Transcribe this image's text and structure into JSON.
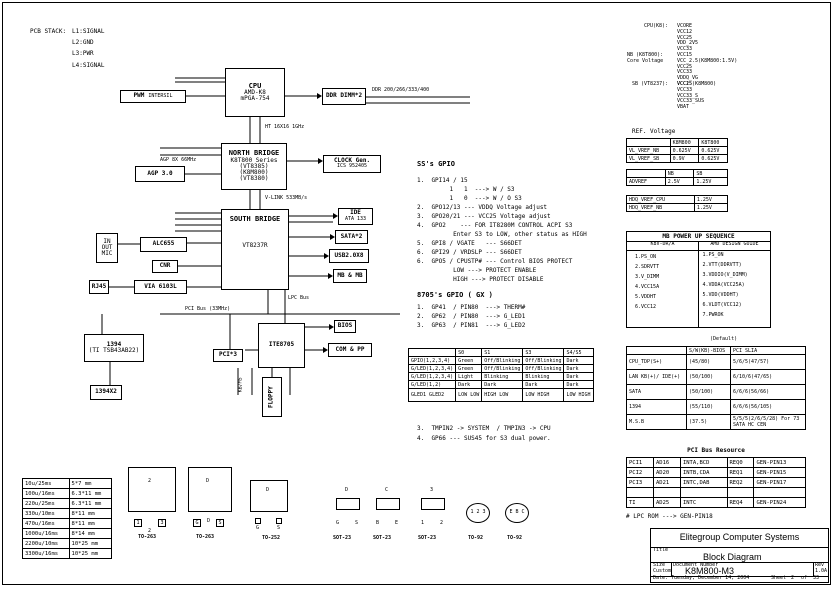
{
  "pcb_stack": {
    "label": "PCB STACK:",
    "layers": [
      "L1:SIGNAL",
      "L2:GND",
      "L3:PWR",
      "L4:SIGNAL"
    ]
  },
  "blocks": {
    "cpu": {
      "title": "CPU",
      "line1": "AMD-K8",
      "line2": "mPGA-754"
    },
    "pwm": {
      "title": "PWM",
      "sub": "INTERSIL"
    },
    "ddr": {
      "title": "DDR DIMM*2"
    },
    "nb": {
      "title": "NORTH BRIDGE",
      "line1": "K8T800 Series",
      "line2": "(VT8385)",
      "line3": "(K8M800)",
      "line4": "(VT8380)"
    },
    "clock": {
      "title": "CLOCK Gen.",
      "sub": "ICS 952405"
    },
    "agp": {
      "title": "AGP 3.0"
    },
    "sb": {
      "title": "SOUTH BRIDGE",
      "sub": "VT8237R"
    },
    "ide": {
      "title": "IDE",
      "sub": "ATA 133"
    },
    "sata": {
      "title": "SATA*2"
    },
    "usb": {
      "title": "USB2.0X8"
    },
    "mbmb": {
      "title": "MB & MB"
    },
    "alc": {
      "title": "ALC655"
    },
    "audio": {
      "l1": "IN",
      "l2": "OUT",
      "l3": "MIC"
    },
    "cnr": {
      "title": "CNR"
    },
    "rj45": {
      "title": "RJ45"
    },
    "via": {
      "title": "VIA 6103L"
    },
    "b1394": {
      "title": "1394",
      "sub": "(TI TSB43AB22)"
    },
    "b1394x2": {
      "title": "1394X2"
    },
    "pci": {
      "title": "PCI*3"
    },
    "ite": {
      "title": "ITE8705"
    },
    "bios": {
      "title": "BIOS"
    },
    "com": {
      "title": "COM & PP"
    },
    "floppy": {
      "title": "FLOPPY"
    },
    "kbms": {
      "title": "KB/MS"
    }
  },
  "labels": {
    "lpc_bus": "LPC Bus",
    "pci_bus": "PCI Bus (33MHz)",
    "ht": "HT 16X16 1GHz",
    "ddr_bus": "DDR 200/266/333/400",
    "agp_bus": "AGP 8X 66MHz",
    "vlink": "V-LINK 533MB/s"
  },
  "ss_gpio": {
    "title": "SS's GPIO",
    "lines": [
      "1.  GPI14 / 15",
      "         1   1  ---> W / S3",
      "         1   0  ---> W / O S3",
      "2.  GPO12/13 --- VDDQ Voltage adjust",
      "3.  GPO20/21 --- VCC25 Voltage adjust",
      "4.  GPO2    --- FOR IT8280M CONTROL ACPI S3",
      "          Enter S3 to LOW, other status as HIGH",
      "5.  GPI8 / VGATE   --- S66DET",
      "6.  GPI29 / VRDSLP --- S66DET",
      "6.  GPO5 / CPUSTP# --- Control BIOS PROTECT",
      "          LOW ---> PROTECT ENABLE",
      "          HIGH ---> PROTECT DISABLE"
    ]
  },
  "ite_gpio": {
    "title": "8705's GPIO ( GX )",
    "lines": [
      "1.  GP41  / PIN80  ---> THERM#",
      "2.  GP62  / PIN80  ---> G_LED1",
      "3.  GP63  / PIN81  ---> G_LED2"
    ]
  },
  "gpio_table": {
    "header": [
      "",
      "S0",
      "S1",
      "S3",
      "S4/S5"
    ],
    "rows": [
      [
        "GPIO(1,2,3,4)",
        "Green",
        "Off/Blinking",
        "Off/Blinking",
        "Dark"
      ],
      [
        "G/LED(1,2,3,4)",
        "Green",
        "Off/Blinking",
        "Off/Blinking",
        "Dark"
      ],
      [
        "G/LED(1,2,3,4)",
        "Light",
        "Blinking",
        "Blinking",
        "Dark"
      ],
      [
        "G/LED(1,2)",
        "Dark",
        "Dark",
        "Dark",
        "Dark"
      ],
      [
        "GLED1 GLED2",
        "LOW LOW",
        "HIGH LOW",
        "LOW HIGH",
        "LOW HIGH"
      ]
    ]
  },
  "notes": {
    "l1": "3.  TMPIN2 -> SYSTEM  / TMPIN3 -> CPU",
    "l2": "4.  GP66 --- SUS45 for S3 dual power."
  },
  "cpu_volt": {
    "label": "CPU(K8):",
    "items": [
      "VCORE",
      "VCC12",
      "VCC25",
      "VDD_2V5",
      "VCC33"
    ]
  },
  "nb_volt": {
    "label1": "NB (K8T800):",
    "label2": "Core Voltage",
    "items": [
      "VCC15",
      "VCC_2.5(K8M800:1.5V)",
      "VCC25",
      "VCC33",
      "VDDQ_VG",
      "VCC15(K8M800)"
    ]
  },
  "sb_volt": {
    "label": "SB (VT8237):",
    "items": [
      "VCC25",
      "VCC33",
      "VCC33_S",
      "VCC33_SUS",
      "VBAT"
    ]
  },
  "ref_voltage": {
    "title": "REF. Voltage",
    "header": [
      "",
      "K8M800",
      "K8T800"
    ],
    "rows": [
      [
        "VL_VREF_NB",
        "0.625V",
        "0.625V"
      ],
      [
        "VL_VREF_SB",
        "0.9V",
        "0.625V"
      ]
    ]
  },
  "advref": {
    "header": [
      "",
      "NB",
      "SB"
    ],
    "rows": [
      [
        "ADVREF",
        "2.5V",
        "1.25V"
      ]
    ]
  },
  "hdq_table": {
    "rows": [
      [
        "HDQ_VREF_CPU",
        "1.25V"
      ],
      [
        "HDQ_VREF_NB",
        "1.25V"
      ]
    ]
  },
  "power_seq": {
    "title": "MB POWER UP SEQUENCE",
    "header": [
      "K8V-DR/A",
      "AMD DESIGN GUIDE"
    ],
    "col1": [
      "1.PS_ON",
      "2.SDRVTT",
      "3.V_DIMM",
      "4.VCC15A",
      "5.VDDHT",
      "6.VCC12"
    ],
    "col2": [
      "1.PS_ON",
      "2.VTT(DDRVTT)",
      "3.VDDIO(V_DIMM)",
      "4.VDDA(VCC25A)",
      "5.VDD(VDDHT)",
      "6.VLDT(VCC12)",
      "7.PWROK"
    ]
  },
  "pci_table": {
    "note": "(Default)",
    "header": [
      "",
      "S/W(KB)-BIOS",
      "PCI SLIA"
    ],
    "rows": [
      [
        "CPU_TDP(S+)",
        "(45/80)",
        "5/6/5(47/57)"
      ],
      [
        "LAN KB(+)/ IDE(+)",
        "(50/100)",
        "6/10/6(47/65)"
      ],
      [
        "SATA",
        "(50/100)",
        "6/6/6(56/66)"
      ],
      [
        "1394",
        "(55/110)",
        "6/6/6(56/105)"
      ],
      [
        "M.S.B",
        "(37.5)",
        "5/5/5(2/6/5/28)  For 73 SATA HC CEN"
      ]
    ]
  },
  "pci_bus_table": {
    "title": "PCI Bus Resource",
    "rows": [
      [
        "PCI1",
        "AD16",
        "INTA,BCD",
        "REQ0",
        "GEN-PIN13"
      ],
      [
        "PCI2",
        "AD20",
        "INTB,CDA",
        "REQ1",
        "GEN-PIN15"
      ],
      [
        "PCI3",
        "AD21",
        "INTC,DAB",
        "REQ2",
        "GEN-PIN17"
      ],
      [
        "",
        "",
        "",
        "",
        ""
      ],
      [
        "TI",
        "AD25",
        "INTC",
        "REQ4",
        "GEN-PIN24"
      ]
    ]
  },
  "lpc_rom": "# LPC ROM ---> GEN-PIN18",
  "cap_table": {
    "rows": [
      [
        "10u/25ms",
        "5*7 mm"
      ],
      [
        "100u/16ms",
        "6.3*11 mm"
      ],
      [
        "220u/25ms",
        "6.3*11 mm"
      ],
      [
        "330u/10ms",
        "8*11 mm"
      ],
      [
        "470u/16ms",
        "8*11 mm"
      ],
      [
        "1000u/16ms",
        "8*14 mm"
      ],
      [
        "2200u/10ms",
        "10*25 mm"
      ],
      [
        "3300u/16ms",
        "10*25 mm"
      ]
    ]
  },
  "packages": [
    {
      "name": "TO-263",
      "pins": [
        "1",
        "2",
        "3"
      ],
      "mid": "2"
    },
    {
      "name": "TO-263",
      "pins": [
        "G",
        "D",
        "S"
      ],
      "mid": "D"
    },
    {
      "name": "TO-252",
      "pins": [
        "G",
        "S"
      ],
      "mid": "D"
    },
    {
      "name": "SOT-23",
      "pins": [
        "G",
        "S"
      ],
      "mid": "D"
    },
    {
      "name": "SOT-23",
      "pins": [
        "B",
        "E"
      ],
      "mid": "C"
    },
    {
      "name": "SOT-23",
      "pins": [
        "1",
        "2"
      ],
      "mid": "3"
    },
    {
      "name": "TO-92",
      "pins": [
        "1 2 3"
      ],
      "mid": ""
    },
    {
      "name": "TO-92",
      "pins": [
        "E B C"
      ],
      "mid": ""
    }
  ],
  "title_block": {
    "company": "Elitegroup Computer Systems",
    "doc_title": "Block Diagram",
    "model": "K8M800-M3",
    "rev": "1.0A",
    "l_title": "Title",
    "l_size": "Size",
    "l_doc": "Document Number",
    "l_rev": "Rev",
    "l_date": "Date:",
    "date": "Tuesday, December 14, 2004",
    "l_sheet": "Sheet",
    "sheet": "2",
    "l_of": "of",
    "of": "33",
    "size": "Custom"
  }
}
